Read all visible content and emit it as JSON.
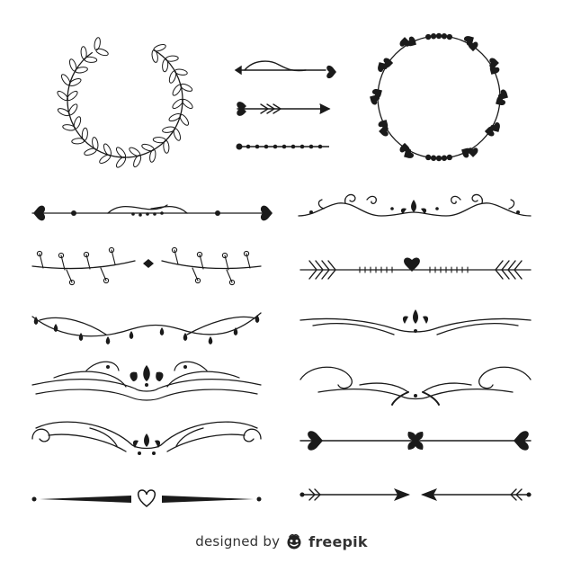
{
  "credit": {
    "designed_by": "designed by",
    "brand": "freepik",
    "logo_icon": "freepik-smiley-icon"
  },
  "ink_color": "#1a1a1a",
  "ornaments": [
    {
      "name": "laurel-wreath-ornament",
      "kind": "wreath"
    },
    {
      "name": "heart-dot-wreath-ornament",
      "kind": "wreath"
    },
    {
      "name": "heart-tip-swash-divider",
      "kind": "divider"
    },
    {
      "name": "heart-arrow-divider",
      "kind": "divider"
    },
    {
      "name": "dotted-line-divider",
      "kind": "divider"
    },
    {
      "name": "heart-dot-flourish-divider",
      "kind": "divider"
    },
    {
      "name": "swirl-fleuron-divider",
      "kind": "divider"
    },
    {
      "name": "berry-branch-divider",
      "kind": "divider"
    },
    {
      "name": "feather-arrow-heart-divider",
      "kind": "divider"
    },
    {
      "name": "hanging-drop-garland-divider",
      "kind": "divider"
    },
    {
      "name": "fleuron-swash-divider",
      "kind": "divider"
    },
    {
      "name": "calligraphic-fleuron-divider",
      "kind": "divider"
    },
    {
      "name": "calligraphic-scroll-divider",
      "kind": "divider"
    },
    {
      "name": "fleuron-loops-divider",
      "kind": "divider"
    },
    {
      "name": "heart-bowtie-divider",
      "kind": "divider"
    },
    {
      "name": "tapered-heart-divider",
      "kind": "divider"
    },
    {
      "name": "twin-arrow-divider",
      "kind": "divider"
    }
  ]
}
